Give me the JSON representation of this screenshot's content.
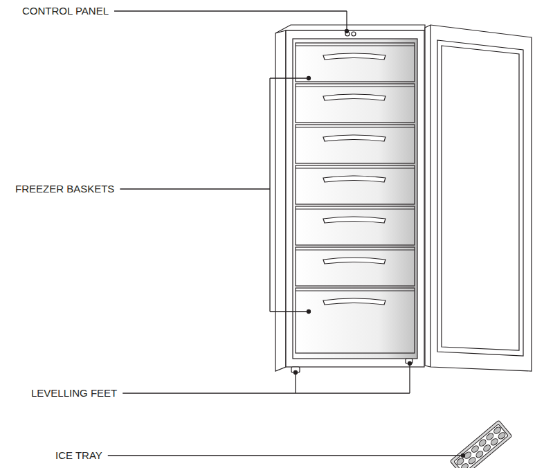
{
  "diagram": {
    "labels": [
      "CONTROL PANEL",
      "FREEZER BASKETS",
      "LEVELLING FEET",
      "ICE TRAY"
    ]
  }
}
